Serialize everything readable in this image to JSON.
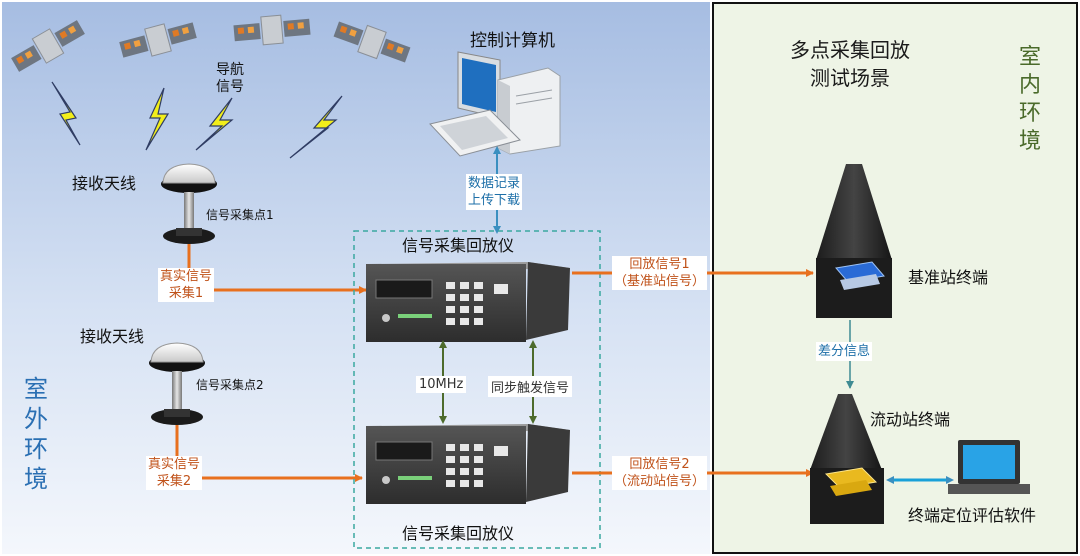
{
  "outdoor": {
    "env_label": "室外环境",
    "nav_signal_label": [
      "导航",
      "信号"
    ],
    "antenna1": {
      "label": "接收天线",
      "point_label": "信号采集点1",
      "signal_label": [
        "真实信号",
        "采集1"
      ]
    },
    "antenna2": {
      "label": "接收天线",
      "point_label": "信号采集点2",
      "signal_label": [
        "真实信号",
        "采集2"
      ]
    }
  },
  "computer": {
    "label": "控制计算机",
    "link_label": [
      "数据记录",
      "上传下载"
    ]
  },
  "recorder": {
    "top_label": "信号采集回放仪",
    "bottom_label": "信号采集回放仪",
    "sync_10mhz": "10MHz",
    "sync_trigger": "同步触发信号"
  },
  "indoor": {
    "env_label": "室内环境",
    "scene_title": [
      "多点采集回放",
      "测试场景"
    ],
    "playback1": [
      "回放信号1",
      "（基准站信号）"
    ],
    "playback2": [
      "回放信号2",
      "（流动站信号）"
    ],
    "base_station": "基准站终端",
    "diff_info": "差分信息",
    "rover_station": "流动站终端",
    "eval_software": "终端定位评估软件"
  },
  "colors": {
    "outdoor_bg_top": "#a8bfe3",
    "outdoor_bg_bottom": "#eef3fb",
    "indoor_bg": "#eef4e6",
    "orange_arrow": "#e8701e",
    "green_arrow": "#4d6b2c",
    "blue_arrow": "#3a8fc0",
    "lightning": "#f2ee1a"
  }
}
